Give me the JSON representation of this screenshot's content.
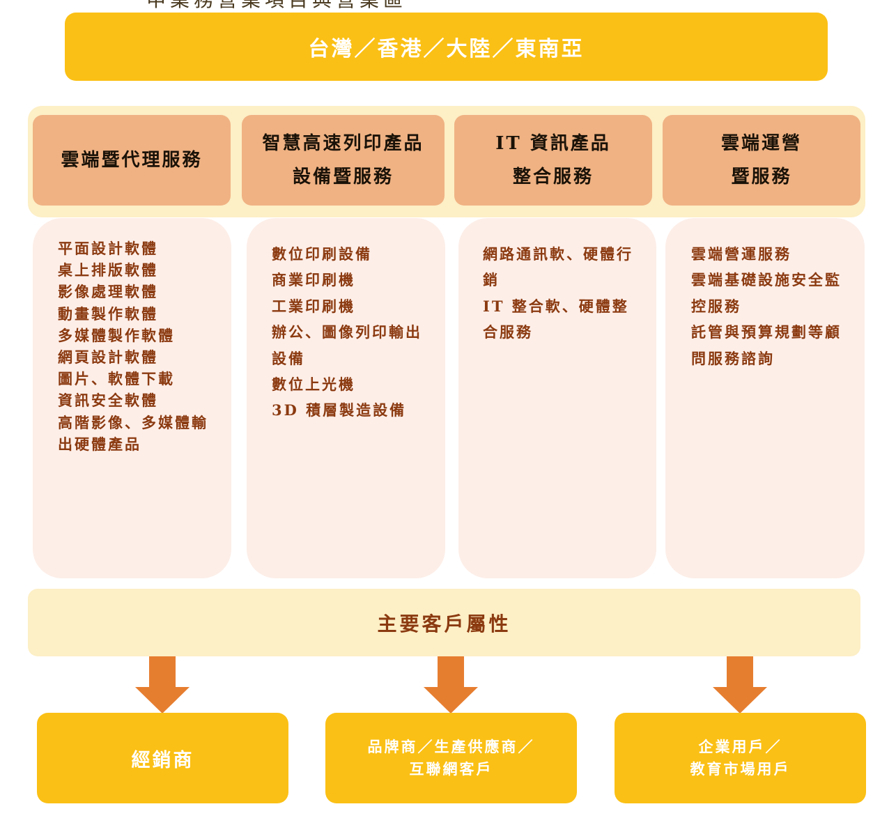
{
  "header": {
    "top_cut_text": "申業務營業項目與營業區",
    "region": "台灣／香港／大陸／東南亞"
  },
  "categories": [
    {
      "lines": [
        "雲端暨代理服務"
      ]
    },
    {
      "lines": [
        "智慧高速列印產品",
        "設備暨服務"
      ]
    },
    {
      "lines": [
        "IT 資訊產品",
        "整合服務"
      ]
    },
    {
      "lines": [
        "雲端運營",
        "暨服務"
      ]
    }
  ],
  "columns": [
    {
      "lines": [
        "平面設計軟體",
        "桌上排版軟體",
        "影像處理軟體",
        "動畫製作軟體",
        "多媒體製作軟體",
        "網頁設計軟體",
        "圖片、軟體下載",
        "資訊安全軟體",
        "高階影像、多媒體輸",
        "出硬體產品"
      ]
    },
    {
      "lines": [
        "數位印刷設備",
        "商業印刷機",
        "工業印刷機",
        "辦公、圖像列印輸出",
        "設備",
        "數位上光機",
        "3D 積層製造設備"
      ]
    },
    {
      "lines": [
        "網路通訊軟、硬體行",
        "銷",
        "IT 整合軟、硬體整",
        "合服務"
      ]
    },
    {
      "lines": [
        "雲端營運服務",
        "雲端基礎設施安全監",
        "控服務",
        "託管與預算規劃等顧",
        "問服務諮詢"
      ]
    }
  ],
  "customer_header": "主要客戶屬性",
  "customers": [
    {
      "lines": [
        "經銷商"
      ]
    },
    {
      "lines": [
        "品牌商／生產供應商／",
        "互聯網客戶"
      ]
    },
    {
      "lines": [
        "企業用戶／",
        "教育市場用戶"
      ]
    }
  ],
  "colors": {
    "yellow": "#fbc015",
    "band": "#fdefc6",
    "category": "#f0b283",
    "column_bg": "#fdeee8",
    "item_text": "#8b3a10",
    "arrow": "#e67e30"
  }
}
